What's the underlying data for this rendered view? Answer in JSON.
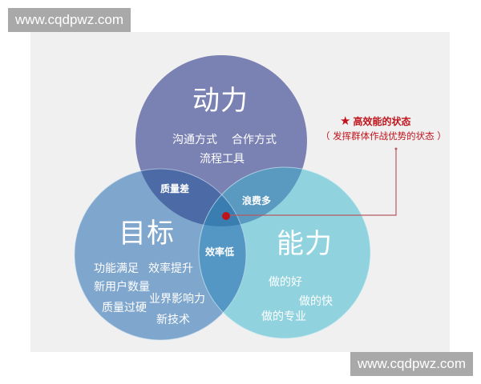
{
  "watermark": {
    "top_left": "www.cqdpwz.com",
    "bottom_right": "www.cqdpwz.com"
  },
  "diagram": {
    "type": "venn",
    "circles": [
      {
        "id": "top",
        "title": "动力",
        "items": [
          "沟通方式",
          "合作方式",
          "流程工具"
        ],
        "color": "#7a81b3"
      },
      {
        "id": "left",
        "title": "目标",
        "items": [
          "功能满足",
          "效率提升",
          "新用户数量",
          "业界影响力",
          "质量过硬",
          "新技术"
        ],
        "color": "#7fa6cc"
      },
      {
        "id": "right",
        "title": "能力",
        "items": [
          "做的好",
          "做的快",
          "做的专业"
        ],
        "color": "#90d3df"
      }
    ],
    "intersections": {
      "top_left": "质量差",
      "top_right": "浪费多",
      "left_right": "效率低"
    },
    "center_marker_color": "#c0141c"
  },
  "callout": {
    "star": "★",
    "title": "高效能的状态",
    "subtitle": "（ 发挥群体作战优势的状态 ）",
    "color": "#c0141c"
  }
}
